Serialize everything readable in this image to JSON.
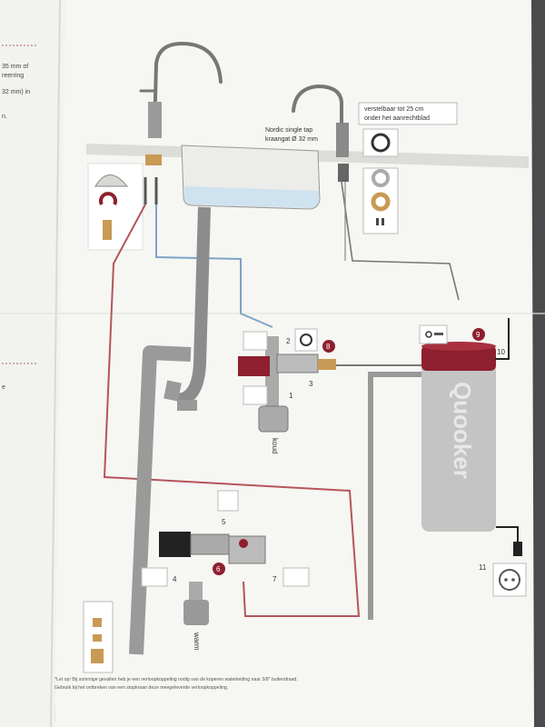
{
  "left_page": {
    "lines": [
      "35 mm of",
      "reerring",
      "32 mm) in",
      "n.",
      "e"
    ]
  },
  "callouts": {
    "adjustable": [
      "verstelbaar tot 25 cm",
      "onder het aanrechtblad"
    ],
    "tap": [
      "Nordic single tap",
      "kraangat Ø 32 mm"
    ]
  },
  "numbers": [
    "1",
    "2",
    "3",
    "4",
    "5",
    "6",
    "7",
    "8",
    "9",
    "10",
    "11"
  ],
  "valve_labels": {
    "cold": "koud",
    "warm": "warm"
  },
  "brand": "Quooker",
  "footnote": [
    "*Let op! Bij sommige gevallen heb je een verloopkoppeling nodig van de koperen waterleiding naar 3/8\" buitendraad.",
    "Gebruik bij het ontbreken van een stopkraan deze meegeleverde verloopkoppeling."
  ],
  "colors": {
    "paper": "#f4f4f1",
    "hot_pipe": "#b5555a",
    "cold_pipe": "#7fa3c8",
    "drain": "#8c8c8c",
    "accent_red": "#8e1f2e",
    "water": "#cfe2ef"
  },
  "icons": [
    "sink-icon",
    "tap-icon",
    "boiler-icon",
    "valve-icon",
    "socket-icon",
    "washer-icon"
  ]
}
